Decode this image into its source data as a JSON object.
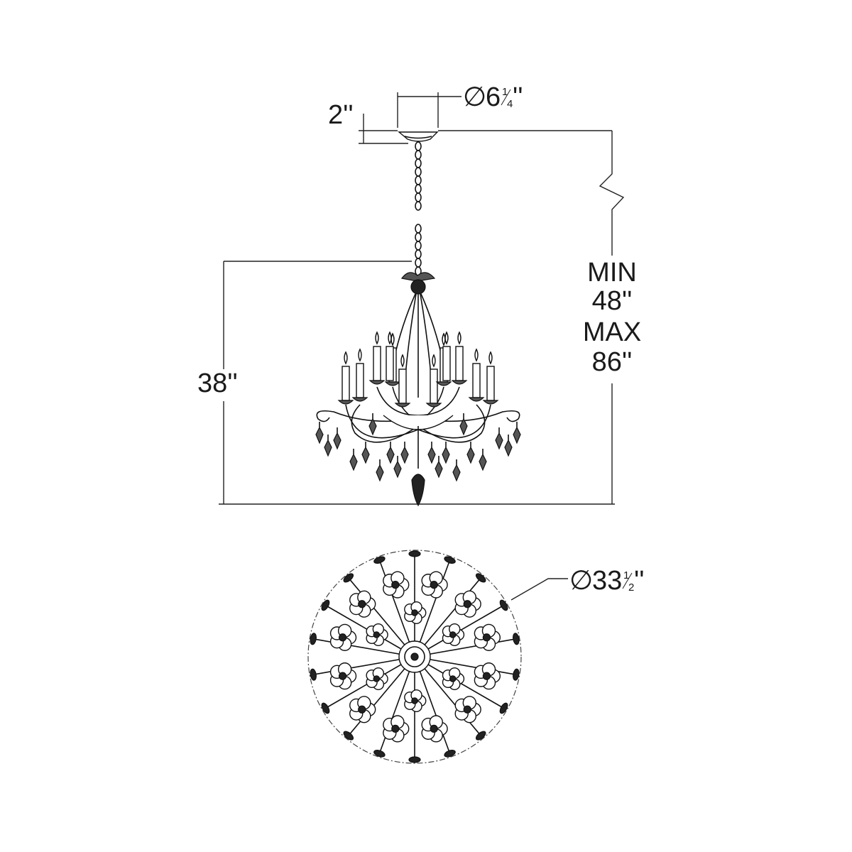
{
  "dimensions": {
    "canopy_diameter": {
      "symbol": "∅",
      "whole": "6",
      "numerator": "1",
      "denominator": "4",
      "unit": "''"
    },
    "canopy_height": "2''",
    "fixture_height": "38''",
    "overall_height": {
      "min_label": "MIN",
      "min_value": "48''",
      "max_label": "MAX",
      "max_value": "86''"
    },
    "fixture_diameter": {
      "symbol": "∅",
      "whole": "33",
      "numerator": "1",
      "denominator": "2",
      "unit": "''"
    }
  },
  "fixture": {
    "candle_count": 12,
    "plan_arm_count": 18,
    "colors": {
      "line": "#111111",
      "dim_line": "#222222",
      "background": "#ffffff"
    }
  }
}
